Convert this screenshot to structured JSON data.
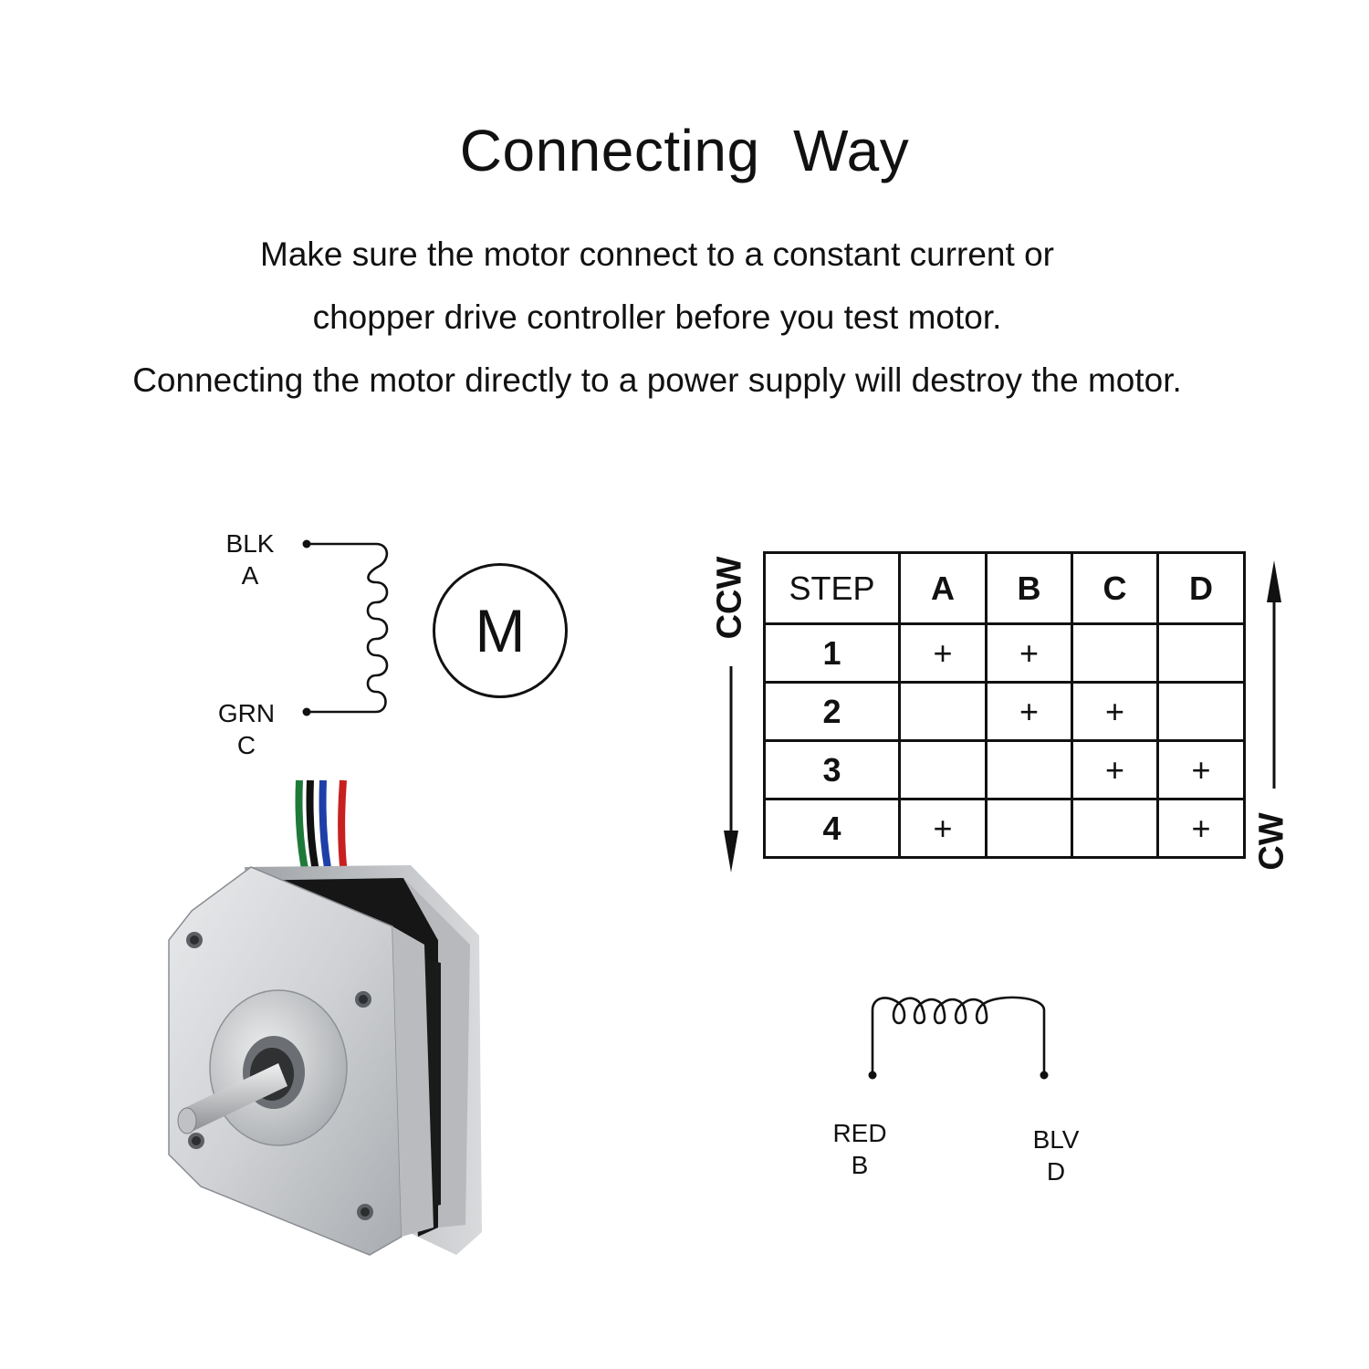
{
  "title": "Connecting  Way",
  "instructions": [
    "Make sure the motor connect to a constant current or",
    "chopper drive controller before you test motor.",
    "Connecting the motor directly to a power supply will destroy the motor."
  ],
  "coil_a": {
    "top_color": "BLK",
    "top_letter": "A",
    "bottom_color": "GRN",
    "bottom_letter": "C"
  },
  "coil_b": {
    "left_color": "RED",
    "left_letter": "B",
    "right_color": "BLV",
    "right_letter": "D"
  },
  "motor_symbol": "M",
  "sequence_table": {
    "headers": [
      "STEP",
      "A",
      "B",
      "C",
      "D"
    ],
    "rows": [
      [
        "1",
        "+",
        "+",
        "",
        ""
      ],
      [
        "2",
        "",
        "+",
        "+",
        ""
      ],
      [
        "3",
        "",
        "",
        "+",
        "+"
      ],
      [
        "4",
        "+",
        "",
        "",
        "+"
      ]
    ]
  },
  "direction_labels": {
    "down": "CCW",
    "up": "CW"
  },
  "icons": {
    "motor_photo": "stepper-motor-icon",
    "coil": "coil-icon",
    "arrow_down": "arrow-down-icon",
    "arrow_up": "arrow-up-icon"
  },
  "colors": {
    "wire_green": "#1f7a3a",
    "wire_black": "#111111",
    "wire_blue": "#1f3fa8",
    "wire_red": "#c8201e",
    "metal": "#c9cbce"
  }
}
